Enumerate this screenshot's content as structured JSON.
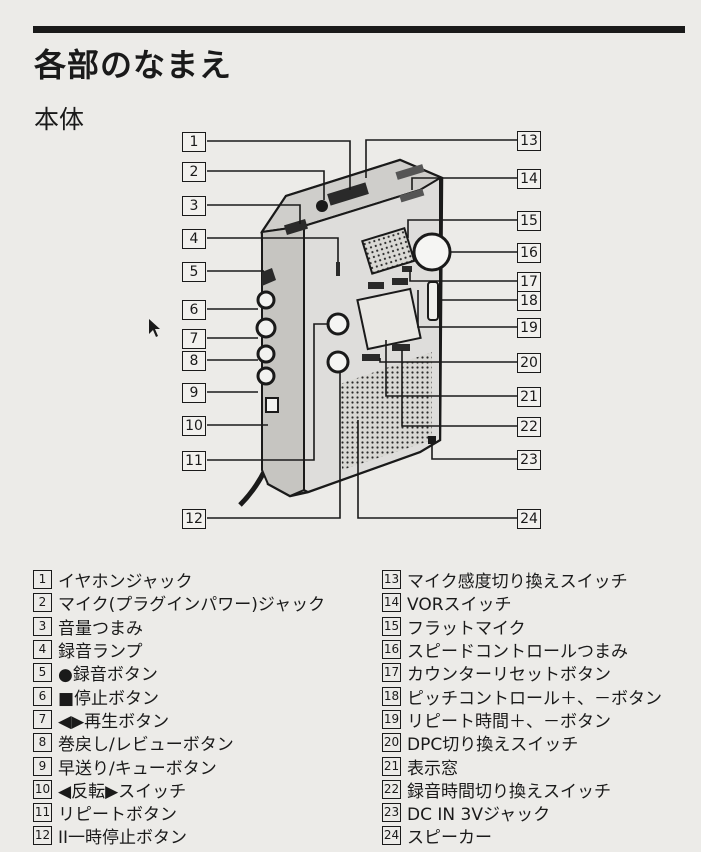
{
  "page": {
    "title": "各部のなまえ",
    "subtitle": "本体"
  },
  "parts": [
    {
      "num": "1",
      "label": "イヤホンジャック"
    },
    {
      "num": "2",
      "label": "マイク(プラグインパワー)ジャック"
    },
    {
      "num": "3",
      "label": "音量つまみ"
    },
    {
      "num": "4",
      "label": "録音ランプ"
    },
    {
      "num": "5",
      "label": "●録音ボタン"
    },
    {
      "num": "6",
      "label": "■停止ボタン"
    },
    {
      "num": "7",
      "label": "◀▶再生ボタン"
    },
    {
      "num": "8",
      "label": "巻戻し/レビューボタン"
    },
    {
      "num": "9",
      "label": "早送り/キューボタン"
    },
    {
      "num": "10",
      "label": "◀反転▶スイッチ"
    },
    {
      "num": "11",
      "label": "リピートボタン"
    },
    {
      "num": "12",
      "label": "II一時停止ボタン"
    },
    {
      "num": "13",
      "label": "マイク感度切り換えスイッチ"
    },
    {
      "num": "14",
      "label": "VORスイッチ"
    },
    {
      "num": "15",
      "label": "フラットマイク"
    },
    {
      "num": "16",
      "label": "スピードコントロールつまみ"
    },
    {
      "num": "17",
      "label": "カウンターリセットボタン"
    },
    {
      "num": "18",
      "label": "ピッチコントロール＋、－ボタン"
    },
    {
      "num": "19",
      "label": "リピート時間＋、－ボタン"
    },
    {
      "num": "20",
      "label": "DPC切り換えスイッチ"
    },
    {
      "num": "21",
      "label": "表示窓"
    },
    {
      "num": "22",
      "label": "録音時間切り換えスイッチ"
    },
    {
      "num": "23",
      "label": "DC IN 3Vジャック"
    },
    {
      "num": "24",
      "label": "スピーカー"
    }
  ]
}
